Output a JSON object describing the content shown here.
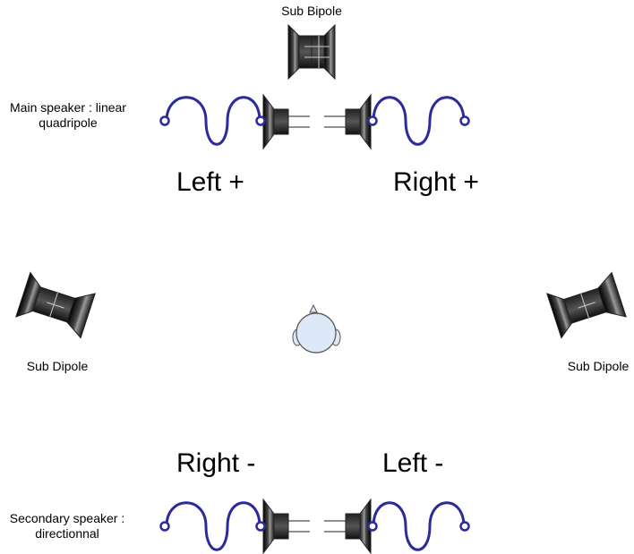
{
  "labels": {
    "sub_bipole": "Sub Bipole",
    "main_speaker_line1": "Main speaker : linear",
    "main_speaker_line2": "quadripole",
    "left_plus": "Left +",
    "right_plus": "Right +",
    "sub_dipole_left": "Sub Dipole",
    "sub_dipole_right": "Sub Dipole",
    "right_minus": "Right -",
    "left_minus": "Left -",
    "secondary_speaker_line1": "Secondary speaker :",
    "secondary_speaker_line2": "directionnal"
  },
  "colors": {
    "wire": "#2b2b9e",
    "speaker_dark": "#1a1a1a",
    "speaker_light": "#8a8a8a",
    "head_fill": "#dde8f8",
    "head_stroke": "#555555"
  },
  "icons": {
    "speaker": "loudspeaker-icon",
    "listener": "listener-head-icon",
    "wire": "wavy-wire-icon"
  }
}
